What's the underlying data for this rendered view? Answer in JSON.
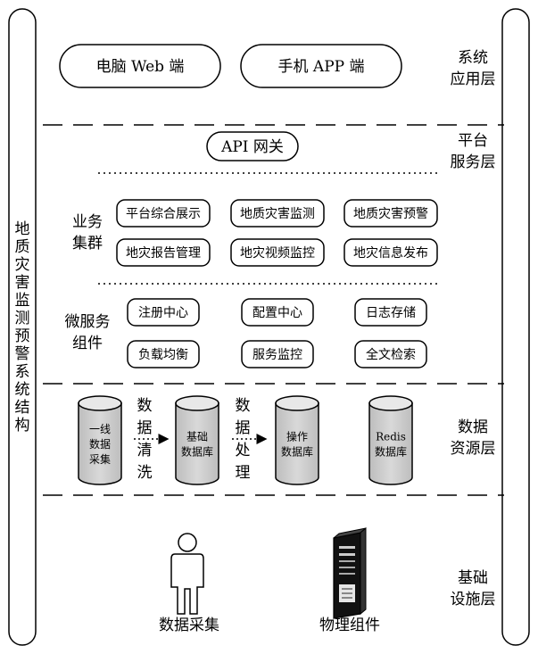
{
  "system_structure_label": "地质灾害监测预警系统结构",
  "layers": {
    "application": "系统\n应用层",
    "platform": "平台\n服务层",
    "data": "数据\n资源层",
    "infrastructure": "基础\n设施层"
  },
  "clients": [
    "电脑 Web 端",
    "手机 APP 端"
  ],
  "gateway": "API 网关",
  "business_cluster": {
    "label": "业务\n集群",
    "items": [
      "平台综合展示",
      "地质灾害监测",
      "地质灾害预警",
      "地灾报告管理",
      "地灾视频监控",
      "地灾信息发布"
    ]
  },
  "microservice": {
    "label": "微服务\n组件",
    "items": [
      "注册中心",
      "配置中心",
      "日志存储",
      "负载均衡",
      "服务监控",
      "全文检索"
    ]
  },
  "databases": [
    "一线\n数据\n采集",
    "基础\n数据库",
    "操作\n数据库",
    "Redis\n数据库"
  ],
  "flows": [
    "数\n据\n清\n洗",
    "数\n据\n处\n理"
  ],
  "infrastructure_items": [
    "数据采集",
    "物理组件"
  ]
}
